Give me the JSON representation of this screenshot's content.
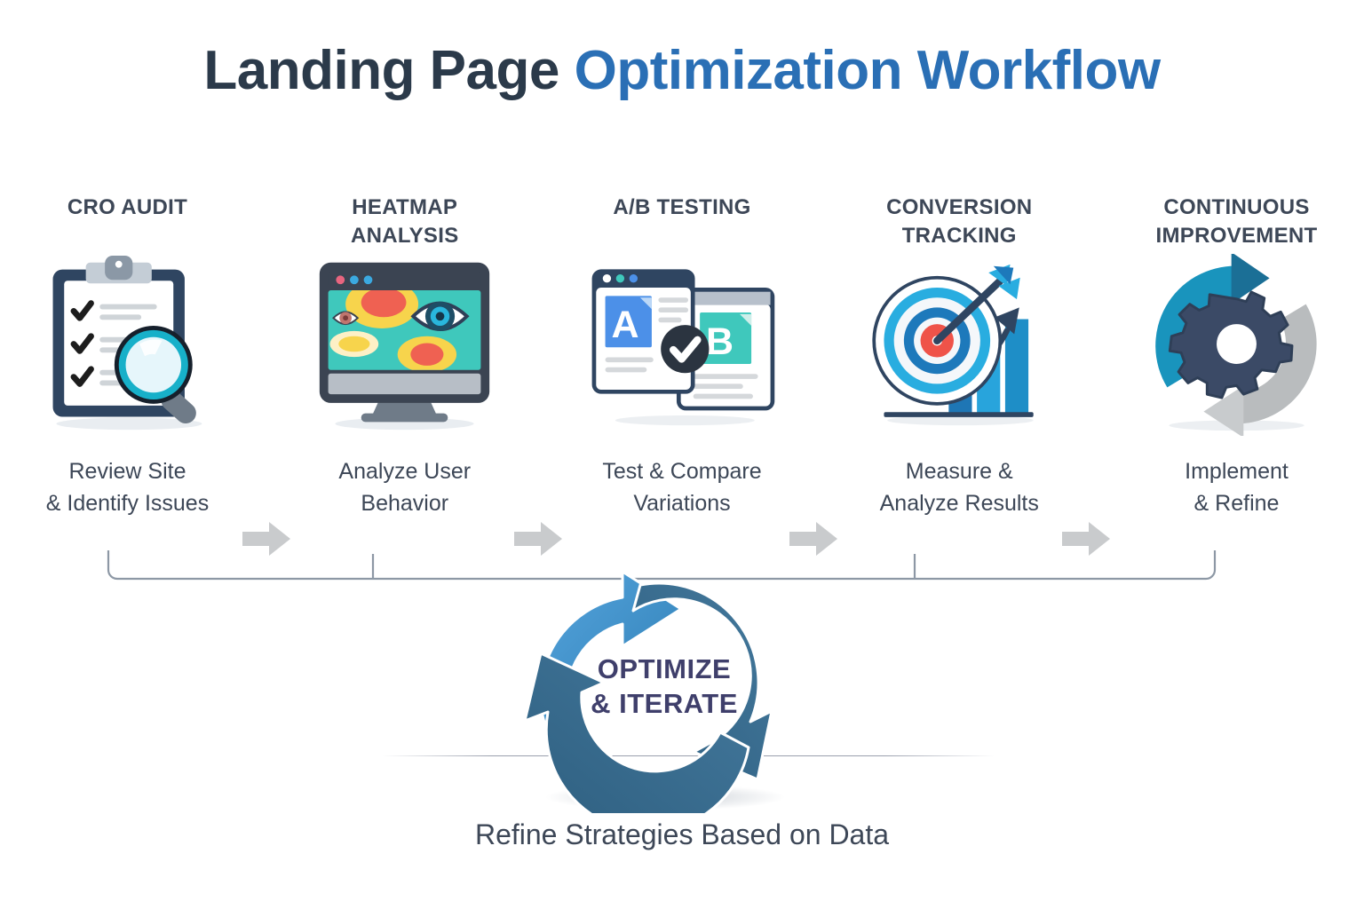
{
  "title": {
    "part1": "Landing Page ",
    "part2": "Optimization Workflow",
    "color_dark": "#2b3a4a",
    "color_blue": "#2a6fb5"
  },
  "steps": [
    {
      "title": "CRO AUDIT",
      "caption": "Review Site\n& Identify Issues",
      "icon": "clipboard-magnifier-icon"
    },
    {
      "title": "HEATMAP ANALYSIS",
      "caption": "Analyze User\nBehavior",
      "icon": "monitor-heatmap-icon"
    },
    {
      "title": "A/B TESTING",
      "caption": "Test & Compare\nVariations",
      "icon": "ab-test-windows-icon"
    },
    {
      "title": "CONVERSION TRACKING",
      "caption": "Measure &\nAnalyze Results",
      "icon": "target-barchart-icon"
    },
    {
      "title": "CONTINUOUS\nIMPROVEMENT",
      "caption": "Implement\n& Refine",
      "icon": "cycle-gear-icon"
    }
  ],
  "connectors": [
    {
      "name": "arrow-right-icon"
    },
    {
      "name": "arrow-right-icon"
    },
    {
      "name": "arrow-right-icon"
    },
    {
      "name": "arrow-right-icon"
    }
  ],
  "cycle": {
    "line1": "OPTIMIZE",
    "line2": "& ITERATE",
    "text_color": "#3f3f6b",
    "arrow_light": "#3d8dcc",
    "arrow_dark": "#3b6f92"
  },
  "bottom_caption": "Refine Strategies Based on Data",
  "palette": {
    "background": "#ffffff",
    "text_dark": "#3d4757",
    "navy": "#2f3f57",
    "accent_blue": "#2a6fb5",
    "teal": "#3ec8bd",
    "heat_yellow": "#f5c93f",
    "heat_red": "#ef5f55",
    "gray_arrow": "#c9cbcd"
  }
}
